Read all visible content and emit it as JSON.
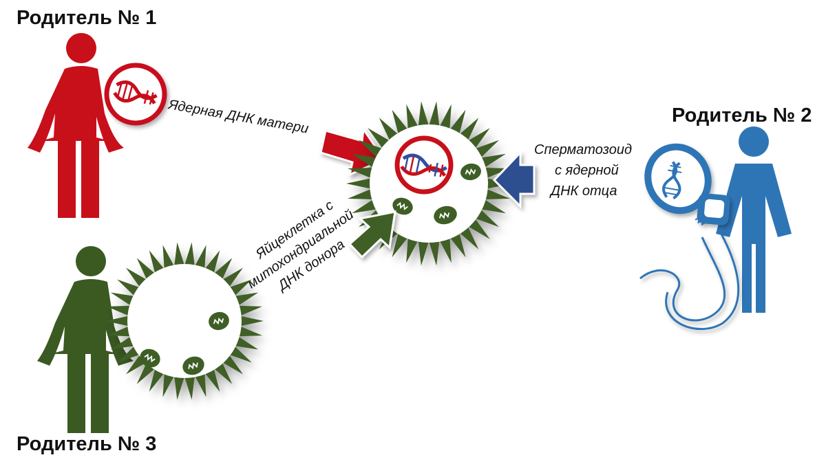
{
  "parents": {
    "p1_label": "Родитель № 1",
    "p2_label": "Родитель № 2",
    "p3_label": "Родитель № 3"
  },
  "captions": {
    "mother_dna": "Ядерная ДНК матери",
    "sperm_line1": "Сперматозоид",
    "sperm_line2": "с ядерной",
    "sperm_line3": "ДНК отца",
    "egg_line1": "Яйцеклетка с",
    "egg_line2": "митохондриальной",
    "egg_line3": "ДНК донора"
  },
  "colors": {
    "parent1": "#c8101a",
    "parent2": "#2e75b6",
    "parent3": "#3a5a22",
    "egg_spikes": "#3f5f27",
    "arrow_blue": "#2f4f8f",
    "mito": "#3e5e26"
  },
  "icons": {
    "dna": "dna-helix-icon",
    "mitochondrion": "mitochondrion-icon"
  }
}
